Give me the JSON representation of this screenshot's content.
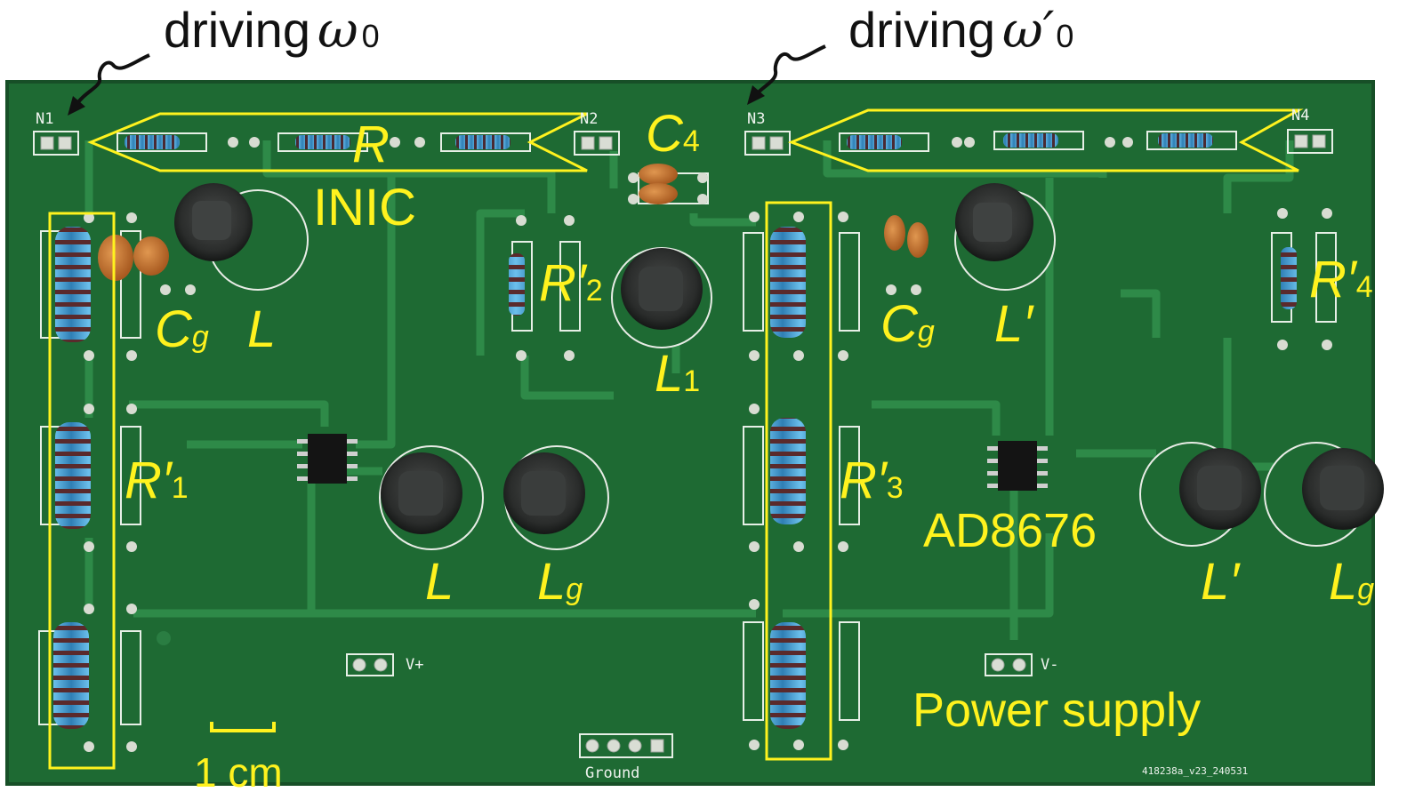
{
  "annotations": {
    "driving_left": {
      "text": "driving",
      "symbol": "ω",
      "sub": "0"
    },
    "driving_right": {
      "text": "driving",
      "symbol": "ω′",
      "sub": "0"
    },
    "R": "R",
    "INIC": "INIC",
    "C4": {
      "main": "C",
      "sub": "4"
    },
    "Cg_left": {
      "main": "C",
      "sub": "g"
    },
    "L_top_left": "L",
    "R2p": {
      "main": "R′",
      "sub": "2"
    },
    "L1": {
      "main": "L",
      "sub": "1"
    },
    "Cg_right": {
      "main": "C",
      "sub": "g"
    },
    "Lp_top": "L′",
    "R4p": {
      "main": "R′",
      "sub": "4"
    },
    "R1p": {
      "main": "R′",
      "sub": "1"
    },
    "L_bottom": "L",
    "Lg_mid": {
      "main": "L",
      "sub": "g"
    },
    "R3p": {
      "main": "R′",
      "sub": "3"
    },
    "AD8676": "AD8676",
    "Lp_bottom": "L′",
    "Lg_right": {
      "main": "L",
      "sub": "g"
    },
    "power_supply": "Power supply",
    "scale": "1 cm"
  },
  "silkscreen": {
    "N1": "N1",
    "N2": "N2",
    "N3": "N3",
    "N4": "N4",
    "v_plus": "V+",
    "v_minus": "V-",
    "ground": "Ground",
    "board_id": "418238a_v23_240531"
  },
  "colors": {
    "pcb": "#1f6b34",
    "trace": "#2f8747",
    "annotation": "#fff21e",
    "resistor": "#4fa3d6",
    "capacitor": "#c8742f",
    "inductor": "#1b1d1c"
  }
}
